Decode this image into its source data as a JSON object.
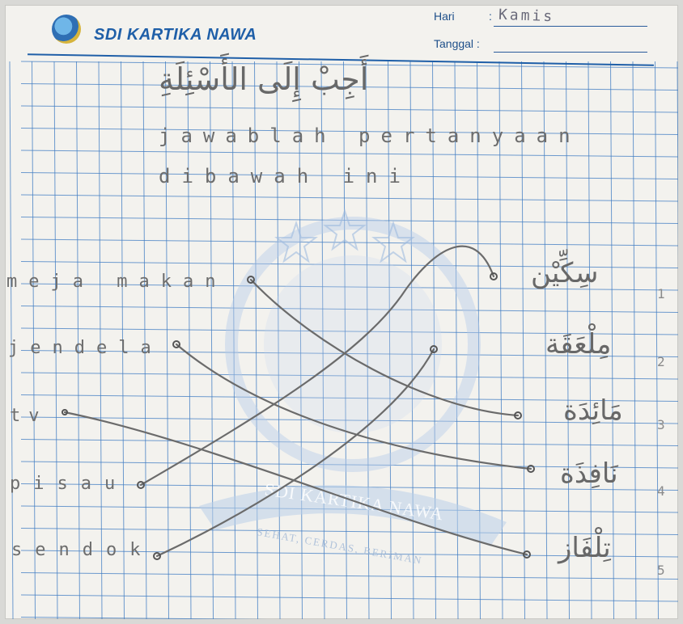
{
  "header": {
    "school_name": "SDI KARTIKA NAWA",
    "day_label": "Hari",
    "day_value": "Kamis",
    "date_label": "Tanggal :",
    "date_value": ""
  },
  "worksheet": {
    "arabic_instruction": "أَجِبْ إِلَى الأَسْئِلَةِ",
    "instruction_line1": "jawablah pertanyaan",
    "instruction_line2": "dibawah ini",
    "watermark_text": "SDI KARTIKA NAWA",
    "watermark_motto": "SEHAT, CERDAS, BERIMAN",
    "left_words": [
      "meja makan",
      "jendela",
      "tv",
      "pisau",
      "sendok"
    ],
    "right_words": [
      "سِكِّيْن",
      "مِلْعَقَة",
      "مَائِدَة",
      "نَافِذَة",
      "تِلْفَاز"
    ],
    "right_numbers": [
      "1",
      "2",
      "3",
      "4",
      "5"
    ]
  },
  "colors": {
    "paper": "#f3f2ee",
    "grid_line": "#3f7cc3",
    "header_blue": "#1f5fa8",
    "pencil": "#6d6d6d"
  }
}
